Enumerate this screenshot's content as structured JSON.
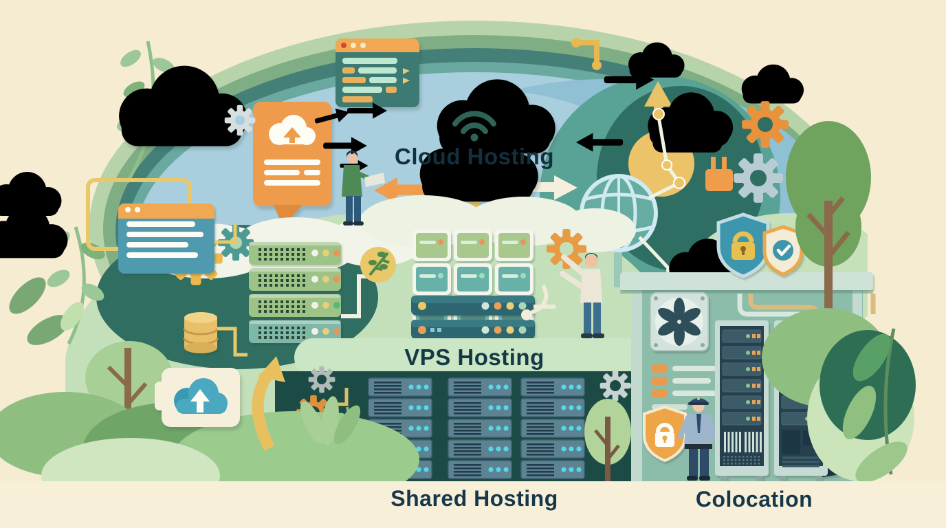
{
  "illustration": {
    "title": "Types of web hosting paper-cut illustration",
    "labels": {
      "cloud_hosting": "Cloud Hosting",
      "vps_hosting": "VPS Hosting",
      "shared_hosting": "Shared Hosting",
      "colocation": "Colocation"
    },
    "palette": {
      "background_cream": "#f6ecd2",
      "bottom_band_cream": "#f8efd8",
      "sky_blue": "#a9cede",
      "sage_green": "#b7d3aa",
      "deep_teal": "#447f78",
      "mint_green": "#c4e0ba",
      "dark_panel_teal": "#1c4a45",
      "server_slate": "#5d8291",
      "led_cyan": "#55d8e8",
      "accent_orange": "#ee9d4e",
      "accent_yellow": "#ecc368",
      "room_teal": "#8cbcaa",
      "rack_navy": "#26404d",
      "label_navy": "#16374a",
      "tree_green": "#6fa35e",
      "trunk_brown": "#8a6a4a"
    },
    "counts": {
      "vps_grid_rows": 3,
      "vps_grid_cols": 3,
      "vps_bars": 2,
      "shared_grid_rows": 5,
      "shared_grid_cols": 3,
      "left_server_stack": 4,
      "colocation_racks": 2,
      "rack_units": 6,
      "fan_blades": 6
    },
    "icons": [
      "wifi-icon",
      "code-window-icon",
      "upload-cloud-icon",
      "chart-card-icon",
      "globe-icon",
      "gear-icon",
      "shield-lock-icon",
      "shield-check-icon",
      "cooling-fan-icon",
      "database-icon",
      "browser-window-icon",
      "plug-icon",
      "network-nodes-icon",
      "arrow-icon",
      "tree-icon",
      "leaf-icon",
      "security-guard-figure",
      "person-with-laptop-figure",
      "person-with-gear-figure"
    ]
  }
}
